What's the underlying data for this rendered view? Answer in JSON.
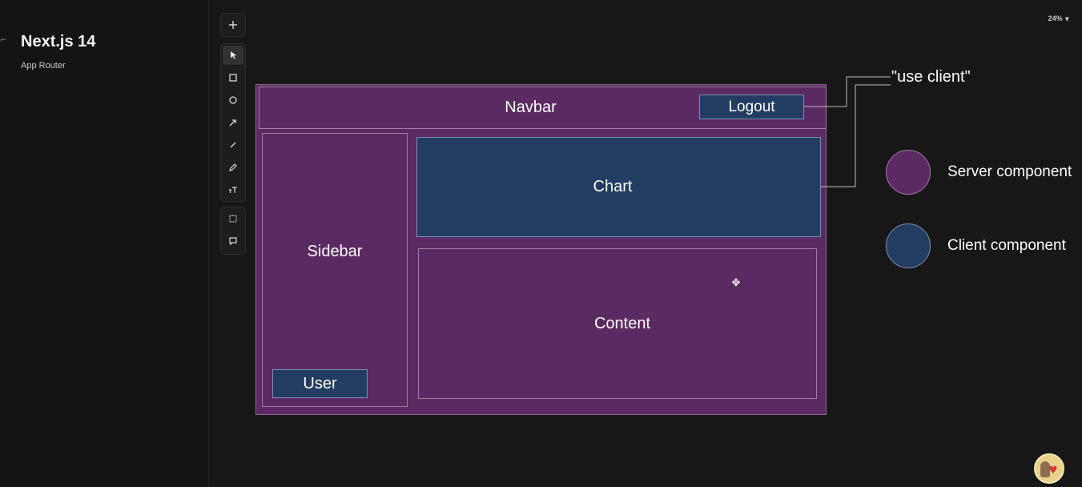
{
  "panel": {
    "title": "Next.js 14",
    "subtitle": "App Router",
    "edge_mark": "⌐"
  },
  "toolbar": {
    "add_icon": "plus-icon",
    "tools": [
      "cursor-icon",
      "rectangle-icon",
      "circle-icon",
      "arrow-icon",
      "line-icon",
      "pencil-icon",
      "text-icon"
    ],
    "extra_tools": [
      "frame-icon",
      "comment-icon"
    ],
    "active_tool": "cursor-icon"
  },
  "zoom": {
    "level": "24%"
  },
  "diagram": {
    "navbar_label": "Navbar",
    "logout_label": "Logout",
    "sidebar_label": "Sidebar",
    "user_label": "User",
    "chart_label": "Chart",
    "content_label": "Content",
    "annotation": "\"use client\""
  },
  "legend": {
    "items": [
      {
        "label": "Server component",
        "color": "#5c2a62"
      },
      {
        "label": "Client component",
        "color": "#233c62"
      }
    ]
  },
  "colors": {
    "server": "#5c2a62",
    "client": "#233c62",
    "background": "#171717"
  }
}
